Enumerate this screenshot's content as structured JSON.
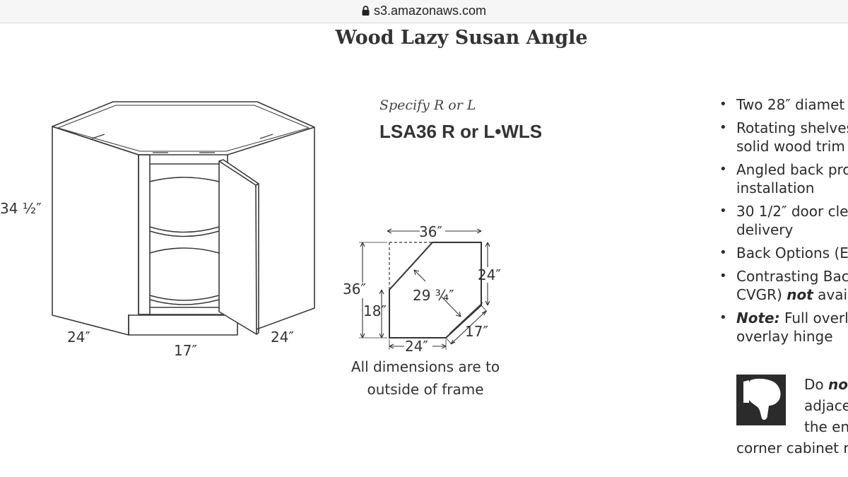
{
  "browser": {
    "url": "s3.amazonaws.com"
  },
  "page": {
    "title": "Wood Lazy Susan Angle",
    "specify": "Specify R or L",
    "model": "LSA36 R or L•WLS"
  },
  "cabinet_dims": {
    "height": "34 ½″",
    "left_width": "24″",
    "front_width": "17″",
    "right_width": "24″"
  },
  "plan_dims": {
    "top": "36″",
    "left": "36″",
    "right": "24″",
    "diagonal": "29 ¾″",
    "lower_left": "18″",
    "angled": "17″",
    "bottom": "24″"
  },
  "frame_note": [
    "All dimensions are to",
    "outside of frame"
  ],
  "features": [
    {
      "bullet": "•",
      "line1": "Two 28″ diamet",
      "line2": ""
    },
    {
      "bullet": "•",
      "line1": "Rotating shelves",
      "line2": "solid wood trim"
    },
    {
      "bullet": "•",
      "line1": "Angled back pro",
      "line2": "installation"
    },
    {
      "bullet": "•",
      "line1": "30 1/2″ door cle",
      "line2": "delivery"
    },
    {
      "bullet": "•",
      "line1": "Back Options (E",
      "line2": ""
    },
    {
      "bullet": "•",
      "line1": "Contrasting Bac",
      "line2_a": "CVGR) ",
      "line2_b": "not",
      "line2_c": " avai"
    },
    {
      "bullet": "•",
      "line1_a": "Note:",
      "line1_b": " Full overla",
      "line2": "overlay hinge"
    }
  ],
  "warning": {
    "line1_a": "Do ",
    "line1_b": "no",
    "line2": "adjace",
    "line3": "the en",
    "line4": "corner cabinet r"
  },
  "icons": {
    "lock": "lock-icon",
    "thumb": "thumbs-down-icon"
  }
}
